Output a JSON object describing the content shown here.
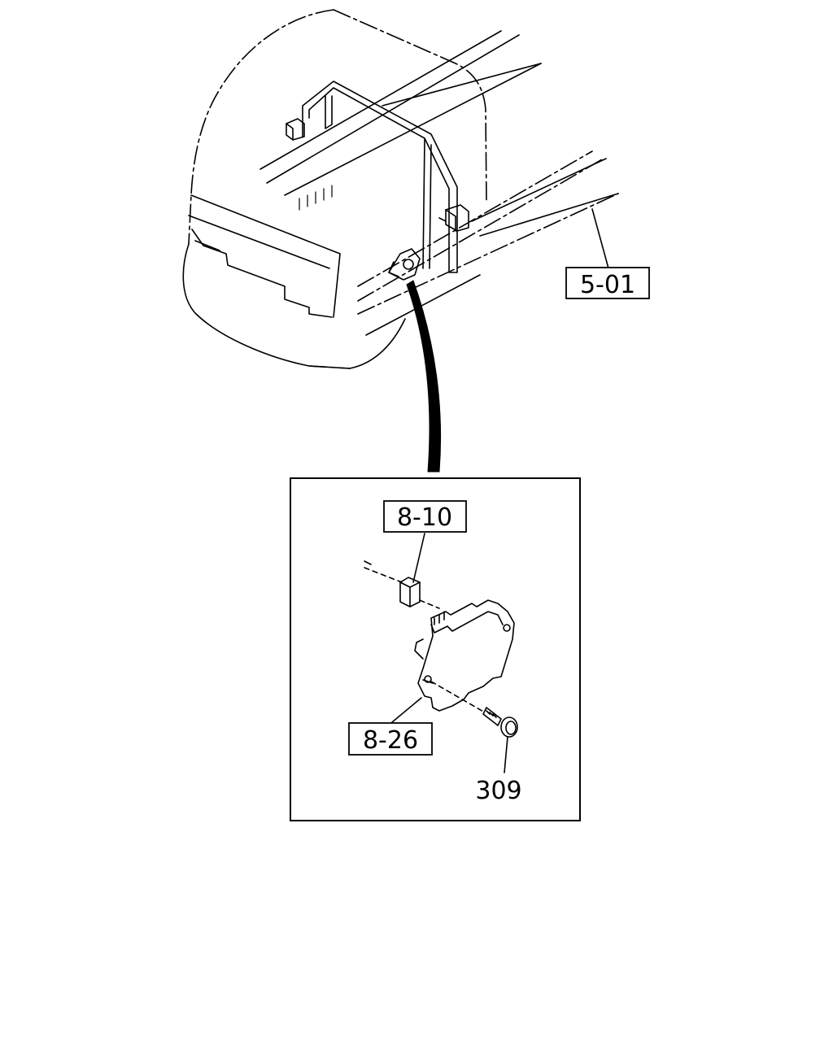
{
  "callouts": {
    "assembly": "5-01",
    "bracket": "8-10",
    "module": "8-26",
    "bolt": "309"
  }
}
